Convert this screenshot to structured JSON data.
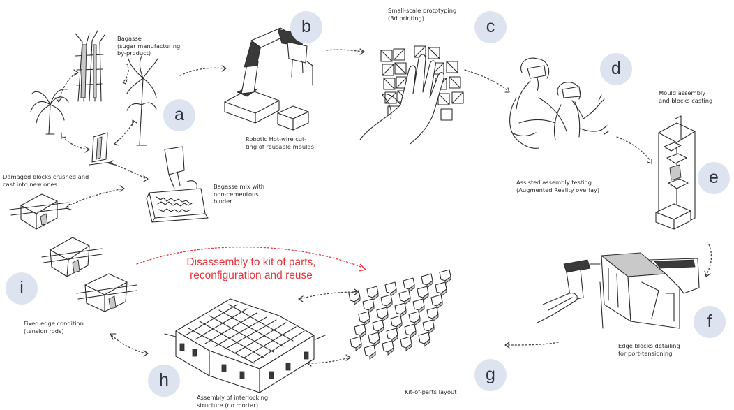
{
  "steps": [
    {
      "letter": "a",
      "captions": [
        "Bagasse\n(sugar manufacturing\nby-product)",
        "Damaged blocks crushed and\ncast into new ones",
        "Bagasse mix with\nnon-cementous\nbinder"
      ]
    },
    {
      "letter": "b",
      "captions": [
        "Robotic Hot-wire cut-\nting of reusable moulds"
      ]
    },
    {
      "letter": "c",
      "captions": [
        "Small-scale prototyping\n(3d printing)"
      ]
    },
    {
      "letter": "d",
      "captions": [
        "Assisted assembly testing\n(Augmented Reality overlay)"
      ]
    },
    {
      "letter": "e",
      "captions": [
        "Mould assembly\nand blocks casting"
      ]
    },
    {
      "letter": "f",
      "captions": [
        "Edge blocks detailing\nfor port-tensioning"
      ]
    },
    {
      "letter": "g",
      "captions": [
        "Kit-of-parts layout"
      ]
    },
    {
      "letter": "h",
      "captions": [
        "Assembly of interlocking\nstructure (no mortar)"
      ]
    },
    {
      "letter": "i",
      "captions": [
        "Fixed edge condition\n(tension rods)"
      ]
    }
  ],
  "headline": "Disassembly to kit of parts,\nreconfiguration and reuse",
  "colors": {
    "accent": "#e8323a",
    "badge": "#dde4f0",
    "ink": "#2a2a2a"
  }
}
